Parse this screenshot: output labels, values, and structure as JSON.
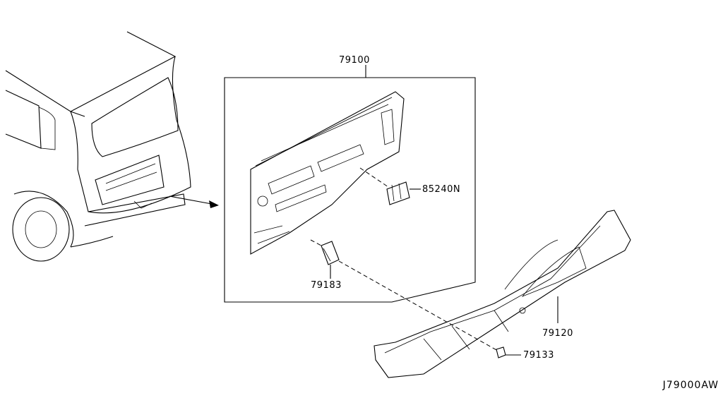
{
  "parts": {
    "p79100": "79100",
    "p85240N": "85240N",
    "p79183": "79183",
    "p79120": "79120",
    "p79133": "79133"
  },
  "diagram_code": "J79000AW"
}
